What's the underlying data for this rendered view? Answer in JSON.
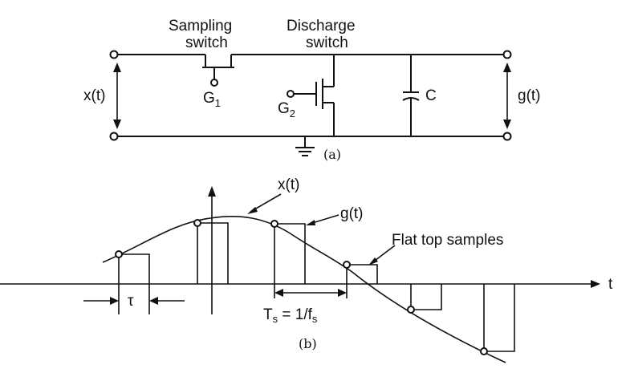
{
  "circuit": {
    "sampling_switch_label": [
      "Sampling",
      "switch"
    ],
    "discharge_switch_label": [
      "Discharge",
      "switch"
    ],
    "input_label": "x(t)",
    "output_label": "g(t)",
    "capacitor_label": "C",
    "gate1": {
      "main": "G",
      "sub": "1"
    },
    "gate2": {
      "main": "G",
      "sub": "2"
    },
    "caption": "(a)"
  },
  "waveform": {
    "signal_label": "x(t)",
    "sampled_label": "g(t)",
    "flat_top_label": "Flat top samples",
    "time_axis_label": "t",
    "tau_label": "τ",
    "period": {
      "T": "T",
      "T_sub": "s",
      "eq": " = 1/f",
      "f_sub": "s"
    },
    "caption": "(b)"
  }
}
